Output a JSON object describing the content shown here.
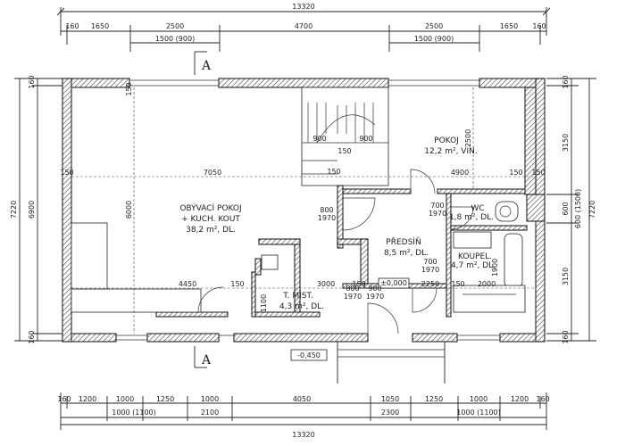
{
  "dims": {
    "top_total": "13320",
    "top_segments": [
      "160",
      "1650",
      "2500",
      "4700",
      "2500",
      "1650",
      "160"
    ],
    "top_windows": [
      "1500 (900)",
      "1500 (900)"
    ],
    "bottom_segments": [
      "160",
      "1200",
      "1000",
      "1250",
      "1000",
      "4050",
      "1050",
      "1250",
      "1000",
      "1200",
      "160"
    ],
    "bottom_windows": [
      "1000 (1100)",
      "2100",
      "2300",
      "1000 (1100)"
    ],
    "bottom_total": "13320",
    "left_total": "7220",
    "left_inner": "6900",
    "left_small": [
      "160",
      "160"
    ],
    "right_values": [
      "160",
      "3150",
      "600",
      "600 (1500)",
      "3150",
      "160",
      "7220"
    ],
    "interior": [
      "150",
      "7050",
      "4900",
      "150",
      "150",
      "6000",
      "150",
      "2500",
      "4450",
      "150",
      "3000",
      "150",
      "2250",
      "150",
      "2000",
      "1100",
      "1900"
    ]
  },
  "rooms": {
    "living": {
      "name": "OBÝVACÍ POKOJ",
      "sub": "+ KUCH. KOUT",
      "area": "38,2 m², DL."
    },
    "pokoj": {
      "name": "POKOJ",
      "area": "12,2 m², VIN."
    },
    "predsin": {
      "name": "PŘEDSÍŇ",
      "area": "8,5 m², DL."
    },
    "wc": {
      "name": "WC",
      "area": "1,8 m², DL."
    },
    "koupel": {
      "name": "KOUPEL.",
      "area": "4,7 m², DL."
    },
    "tmist": {
      "name": "T. MÍST.",
      "area": "4,3 m², DL."
    }
  },
  "doors": [
    "800",
    "1970",
    "700",
    "1970",
    "700",
    "1970",
    "800",
    "1970",
    "900",
    "1970"
  ],
  "stairs": [
    "900",
    "150",
    "900",
    "150"
  ],
  "levels": {
    "floor": "±0,000",
    "terrace": "-0,450"
  },
  "section": {
    "top": "A",
    "bottom": "A"
  }
}
